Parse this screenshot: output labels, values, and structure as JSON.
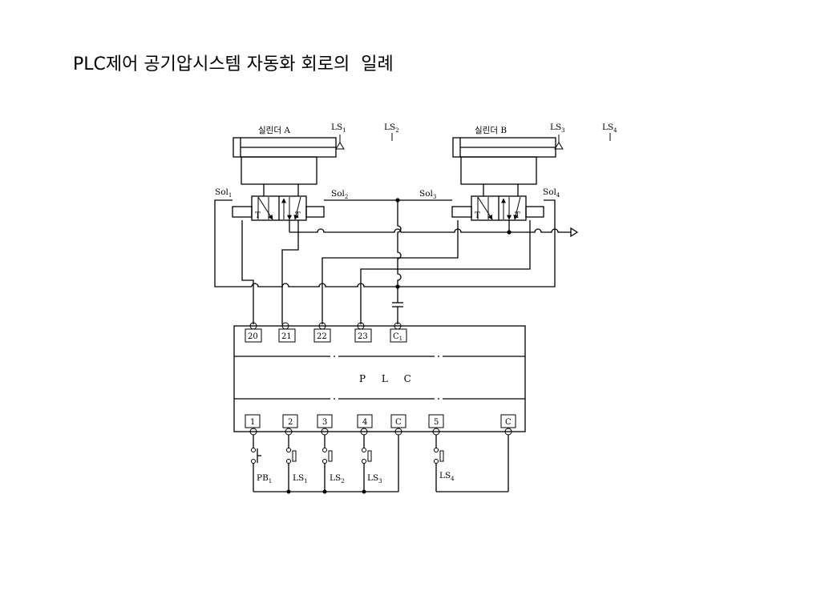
{
  "slide": {
    "title": "PLC제어 공기압시스템 자동화 회로의  일례"
  },
  "diagram": {
    "cylinder_a": "실린더  A",
    "cylinder_b": "실린더  B",
    "limit_switches_top": [
      {
        "base": "LS",
        "sub": "1"
      },
      {
        "base": "LS",
        "sub": "2"
      },
      {
        "base": "LS",
        "sub": "3"
      },
      {
        "base": "LS",
        "sub": "4"
      }
    ],
    "solenoids": [
      {
        "base": "Sol",
        "sub": "1"
      },
      {
        "base": "Sol",
        "sub": "2"
      },
      {
        "base": "Sol",
        "sub": "3"
      },
      {
        "base": "Sol",
        "sub": "4"
      }
    ],
    "valve_port": "T",
    "plc_label": "P L C",
    "output_terminals": [
      {
        "label": "20"
      },
      {
        "label": "21"
      },
      {
        "label": "22"
      },
      {
        "label": "23"
      },
      {
        "base": "C",
        "sub": "1"
      }
    ],
    "input_terminals": [
      "1",
      "2",
      "3",
      "4",
      "C",
      "5",
      "C"
    ],
    "input_devices": [
      {
        "base": "PB",
        "sub": "1"
      },
      {
        "base": "LS",
        "sub": "1"
      },
      {
        "base": "LS",
        "sub": "2"
      },
      {
        "base": "LS",
        "sub": "3"
      },
      {
        "base": "LS",
        "sub": "4"
      }
    ]
  }
}
